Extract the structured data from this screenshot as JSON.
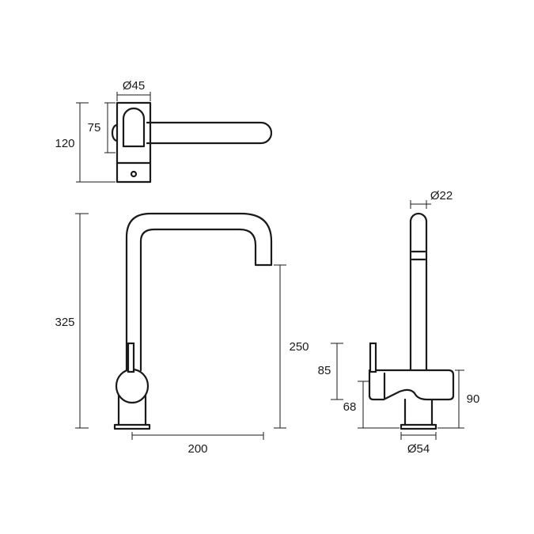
{
  "dimensions": {
    "top_view": {
      "diameter": "Ø45",
      "height_75": "75",
      "height_120": "120"
    },
    "front_view": {
      "height_325": "325",
      "spout_height": "250",
      "reach": "200"
    },
    "side_view": {
      "spout_diameter": "Ø22",
      "lever_height": "85",
      "handle_height": "68",
      "body_height": "90",
      "base_diameter": "Ø54"
    }
  },
  "colors": {
    "line": "#1a1a1a",
    "background": "#ffffff"
  }
}
